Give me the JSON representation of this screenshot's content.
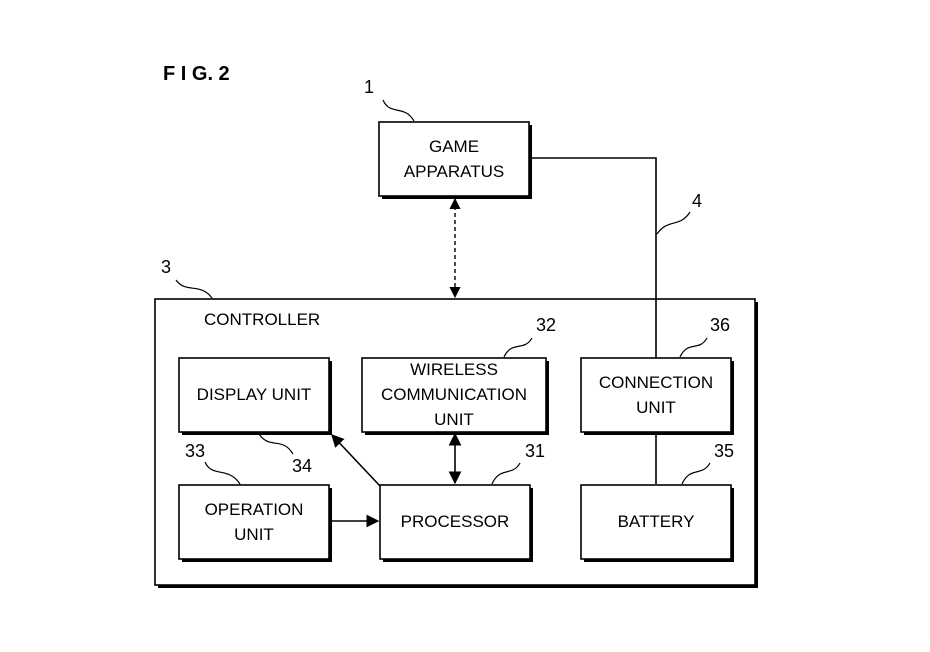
{
  "figure_label": "F I G. 2",
  "game_apparatus": {
    "ref": "1",
    "line1": "GAME",
    "line2": "APPARATUS"
  },
  "cable": {
    "ref": "4"
  },
  "controller": {
    "ref": "3",
    "label": "CONTROLLER",
    "display_unit": {
      "ref": "34",
      "label": "DISPLAY UNIT"
    },
    "wireless_unit": {
      "ref": "32",
      "line1": "WIRELESS",
      "line2": "COMMUNICATION",
      "line3": "UNIT"
    },
    "connection_unit": {
      "ref": "36",
      "line1": "CONNECTION",
      "line2": "UNIT"
    },
    "operation_unit": {
      "ref": "33",
      "line1": "OPERATION",
      "line2": "UNIT"
    },
    "processor": {
      "ref": "31",
      "label": "PROCESSOR"
    },
    "battery": {
      "ref": "35",
      "label": "BATTERY"
    }
  }
}
